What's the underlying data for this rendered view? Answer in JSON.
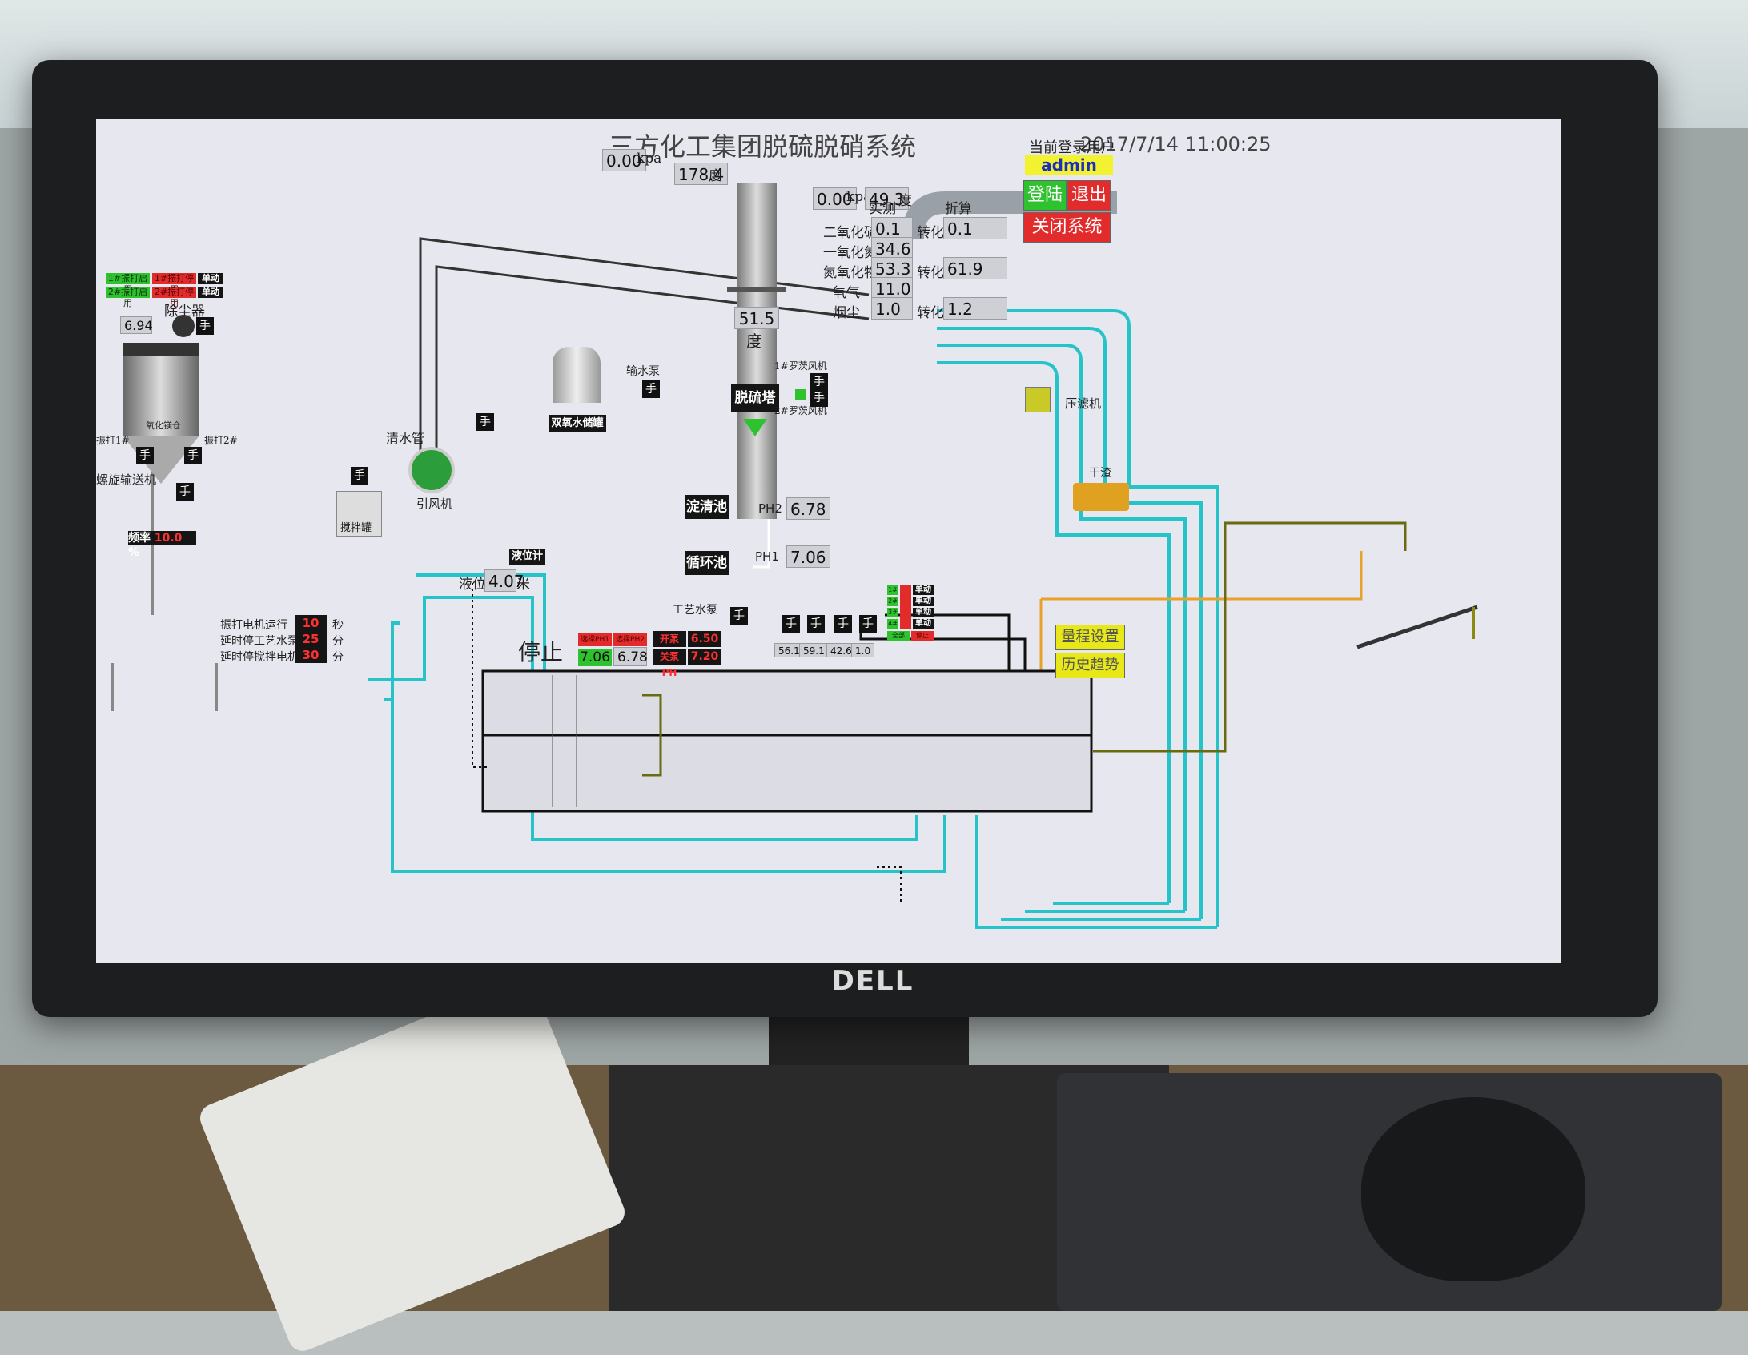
{
  "app": {
    "title": "三方化工集团脱硫脱硝系统",
    "datetime": "2017/7/14 11:00:25"
  },
  "user": {
    "label": "当前登录用户",
    "name": "admin",
    "login_button": "登陆",
    "logout_button": "退出",
    "shutdown_button": "关闭系统"
  },
  "emissions": {
    "measured_header": "实测",
    "converted_header": "折算",
    "convert_label": "转化",
    "rows": [
      {
        "name": "二氧化硫",
        "measured": "0.1",
        "converted": "0.1"
      },
      {
        "name": "一氧化氮",
        "measured": "34.6",
        "converted": ""
      },
      {
        "name": "氮氧化物",
        "measured": "53.3",
        "converted": "61.9"
      },
      {
        "name": "氧气",
        "measured": "11.0",
        "converted": ""
      },
      {
        "name": "烟尘",
        "measured": "1.0",
        "converted": "1.2"
      }
    ]
  },
  "pressure": {
    "top_value": "0.00",
    "top_unit": "kpa",
    "temp_value": "178.4",
    "temp_unit": "度",
    "stack_pressure_value": "0.00",
    "stack_pressure_unit": "kpa",
    "stack_temp_value": "49.3",
    "stack_temp_unit": "度"
  },
  "tower": {
    "temp_value": "51.5",
    "temp_unit": "度",
    "label": "脱硫塔",
    "fan1_label": "1#罗茨风机",
    "fan2_label": "2#罗茨风机"
  },
  "dust": {
    "label": "除尘器",
    "value": "6.94",
    "hopper_label": "氧化镁仓",
    "vib1_label": "振打1#",
    "vib2_label": "振打2#",
    "screw_label": "螺旋输送机",
    "freq_label": "频率",
    "freq_value": "10.0",
    "freq_unit": "%",
    "btn1_label": "1#振打启用",
    "btn2_label": "2#振打启用",
    "btn1_red": "1#振打停用",
    "btn2_red": "2#振打停用",
    "mode1": "单动",
    "mode2": "单动"
  },
  "labels": {
    "fan": "引风机",
    "h2o2_tank": "双氧水储罐",
    "water_pump": "输水泵",
    "clean_water": "清水管",
    "mixing_tank": "搅拌罐",
    "level_meter": "液位计",
    "level_label": "液位",
    "level_value": "4.07",
    "level_unit": "米",
    "settling_pool": "淀清池",
    "circulation_pool": "循环池",
    "ph2_label": "PH2",
    "ph2_value": "6.78",
    "ph1_label": "PH1",
    "ph1_value": "7.06",
    "process_pump": "工艺水泵",
    "filter_press": "压滤机",
    "dry_slag": "干渣",
    "hand": "手",
    "stop": "停止"
  },
  "timers": [
    {
      "label": "振打电机运行",
      "value": "10",
      "unit": "秒"
    },
    {
      "label": "延时停工艺水泵",
      "value": "25",
      "unit": "分"
    },
    {
      "label": "延时停搅拌电机",
      "value": "30",
      "unit": "分"
    }
  ],
  "ph_panel": {
    "ph1_tag": "选择PH1",
    "ph2_tag": "选择PH2",
    "ph1_value": "7.06",
    "ph2_value": "6.78",
    "open_label": "开泵PH",
    "open_value": "6.50",
    "close_label": "关泵PH",
    "close_value": "7.20"
  },
  "pumps": {
    "values": [
      "56.1",
      "59.1",
      "42.6",
      "1.0"
    ],
    "tags": [
      "1#",
      "2#",
      "3#",
      "4#"
    ],
    "mode": "单动",
    "all_on": "全部",
    "all_off": "停止"
  },
  "buttons": {
    "range_setting": "量程设置",
    "history_trend": "历史趋势"
  },
  "colors": {
    "screen_bg": "#e7e7ef",
    "pipe_cyan": "#26c3c8",
    "pipe_orange": "#e8a22a",
    "pipe_olive": "#6a6a10",
    "status_green": "#2fc22f",
    "status_red": "#e22c2c",
    "user_yellow": "#f2f230"
  }
}
